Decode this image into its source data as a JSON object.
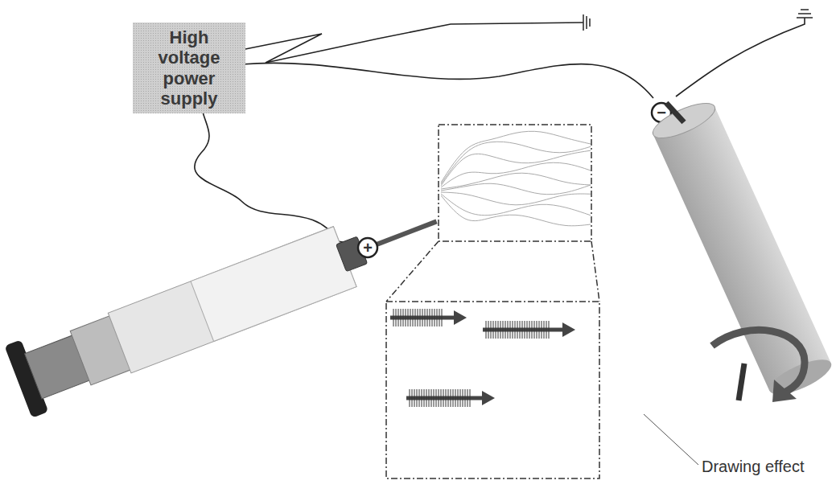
{
  "diagram": {
    "nodes": [
      {
        "text": [
          "High voltage power supply"
        ]
      }
    ],
    "labels": [
      "Drawing effect",
      "+",
      "−"
    ]
  }
}
